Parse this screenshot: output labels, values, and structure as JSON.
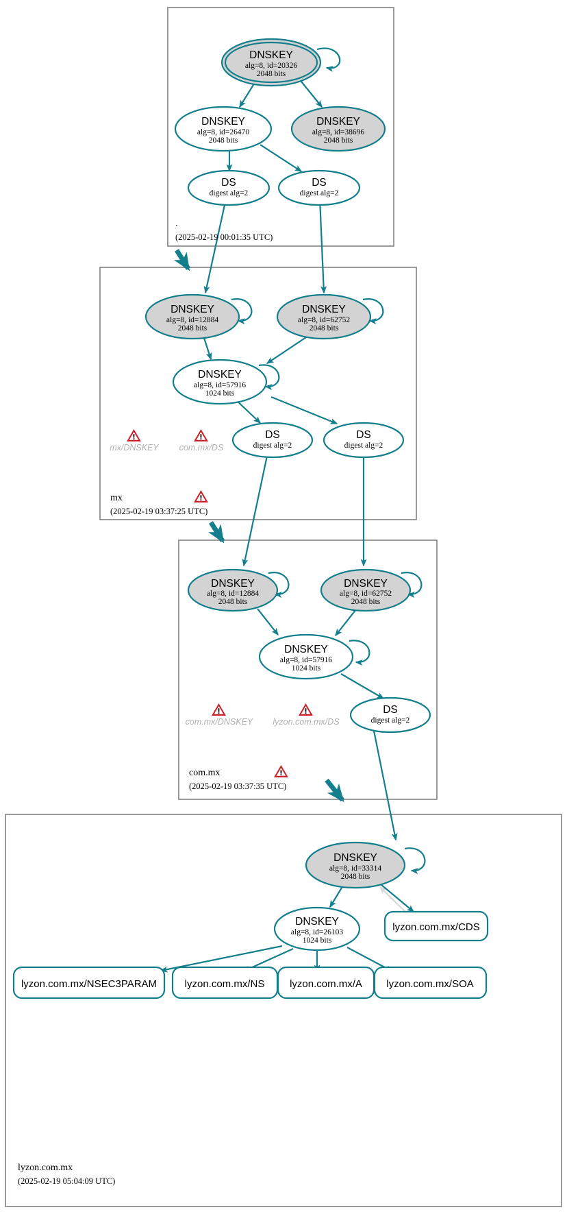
{
  "diagram": {
    "title": "DNSSEC Authentication Chain",
    "accent_color": "#137e8c",
    "secure_key_fill": "#d3d3d3",
    "insecure_key_fill": "#ffffff",
    "zone_border_color": "#808080",
    "warning_color": "#cc2229",
    "warning_label_color": "#b0b0b0"
  },
  "zones": [
    {
      "id": "root",
      "name": ".",
      "timestamp": "(2025-02-19 00:01:35 UTC)",
      "has_zone_warning": false,
      "nodes": [
        {
          "id": "root-ksk",
          "type": "DNSKEY",
          "title": "DNSKEY",
          "line2": "alg=8, id=20326",
          "line3": "2048 bits",
          "alg": 8,
          "key_id": 20326,
          "bits": 2048,
          "trust_anchor": true,
          "shaded": true
        },
        {
          "id": "root-zsk1",
          "type": "DNSKEY",
          "title": "DNSKEY",
          "line2": "alg=8, id=26470",
          "line3": "2048 bits",
          "alg": 8,
          "key_id": 26470,
          "bits": 2048,
          "trust_anchor": false,
          "shaded": false
        },
        {
          "id": "root-zsk2",
          "type": "DNSKEY",
          "title": "DNSKEY",
          "line2": "alg=8, id=38696",
          "line3": "2048 bits",
          "alg": 8,
          "key_id": 38696,
          "bits": 2048,
          "trust_anchor": false,
          "shaded": true
        },
        {
          "id": "root-ds1",
          "type": "DS",
          "title": "DS",
          "line2": "digest alg=2",
          "digest_alg": 2
        },
        {
          "id": "root-ds2",
          "type": "DS",
          "title": "DS",
          "line2": "digest alg=2",
          "digest_alg": 2
        }
      ],
      "warnings": []
    },
    {
      "id": "mx",
      "name": "mx",
      "timestamp": "(2025-02-19 03:37:25 UTC)",
      "has_zone_warning": true,
      "nodes": [
        {
          "id": "mx-ksk1",
          "type": "DNSKEY",
          "title": "DNSKEY",
          "line2": "alg=8, id=12884",
          "line3": "2048 bits",
          "alg": 8,
          "key_id": 12884,
          "bits": 2048,
          "shaded": true
        },
        {
          "id": "mx-ksk2",
          "type": "DNSKEY",
          "title": "DNSKEY",
          "line2": "alg=8, id=62752",
          "line3": "2048 bits",
          "alg": 8,
          "key_id": 62752,
          "bits": 2048,
          "shaded": true
        },
        {
          "id": "mx-zsk",
          "type": "DNSKEY",
          "title": "DNSKEY",
          "line2": "alg=8, id=57916",
          "line3": "1024 bits",
          "alg": 8,
          "key_id": 57916,
          "bits": 1024,
          "shaded": false
        },
        {
          "id": "mx-ds1",
          "type": "DS",
          "title": "DS",
          "line2": "digest alg=2",
          "digest_alg": 2
        },
        {
          "id": "mx-ds2",
          "type": "DS",
          "title": "DS",
          "line2": "digest alg=2",
          "digest_alg": 2
        }
      ],
      "warnings": [
        {
          "id": "w-mx-dnskey",
          "label": "mx/DNSKEY"
        },
        {
          "id": "w-commx-ds",
          "label": "com.mx/DS"
        }
      ]
    },
    {
      "id": "commx",
      "name": "com.mx",
      "timestamp": "(2025-02-19 03:37:35 UTC)",
      "has_zone_warning": true,
      "nodes": [
        {
          "id": "cm-ksk1",
          "type": "DNSKEY",
          "title": "DNSKEY",
          "line2": "alg=8, id=12884",
          "line3": "2048 bits",
          "alg": 8,
          "key_id": 12884,
          "bits": 2048,
          "shaded": true
        },
        {
          "id": "cm-ksk2",
          "type": "DNSKEY",
          "title": "DNSKEY",
          "line2": "alg=8, id=62752",
          "line3": "2048 bits",
          "alg": 8,
          "key_id": 62752,
          "bits": 2048,
          "shaded": true
        },
        {
          "id": "cm-zsk",
          "type": "DNSKEY",
          "title": "DNSKEY",
          "line2": "alg=8, id=57916",
          "line3": "1024 bits",
          "alg": 8,
          "key_id": 57916,
          "bits": 1024,
          "shaded": false
        },
        {
          "id": "cm-ds",
          "type": "DS",
          "title": "DS",
          "line2": "digest alg=2",
          "digest_alg": 2
        }
      ],
      "warnings": [
        {
          "id": "w-commx-dnskey",
          "label": "com.mx/DNSKEY"
        },
        {
          "id": "w-lyzon-ds",
          "label": "lyzon.com.mx/DS"
        }
      ]
    },
    {
      "id": "lyzon",
      "name": "lyzon.com.mx",
      "timestamp": "(2025-02-19 05:04:09 UTC)",
      "has_zone_warning": false,
      "nodes": [
        {
          "id": "ly-ksk",
          "type": "DNSKEY",
          "title": "DNSKEY",
          "line2": "alg=8, id=33314",
          "line3": "2048 bits",
          "alg": 8,
          "key_id": 33314,
          "bits": 2048,
          "shaded": true
        },
        {
          "id": "ly-zsk",
          "type": "DNSKEY",
          "title": "DNSKEY",
          "line2": "alg=8, id=26103",
          "line3": "1024 bits",
          "alg": 8,
          "key_id": 26103,
          "bits": 1024,
          "shaded": false
        }
      ],
      "rrsets": [
        {
          "id": "rr-cds",
          "label": "lyzon.com.mx/CDS"
        },
        {
          "id": "rr-nsec3param",
          "label": "lyzon.com.mx/NSEC3PARAM"
        },
        {
          "id": "rr-ns",
          "label": "lyzon.com.mx/NS"
        },
        {
          "id": "rr-a",
          "label": "lyzon.com.mx/A"
        },
        {
          "id": "rr-soa",
          "label": "lyzon.com.mx/SOA"
        }
      ],
      "warnings": []
    }
  ]
}
